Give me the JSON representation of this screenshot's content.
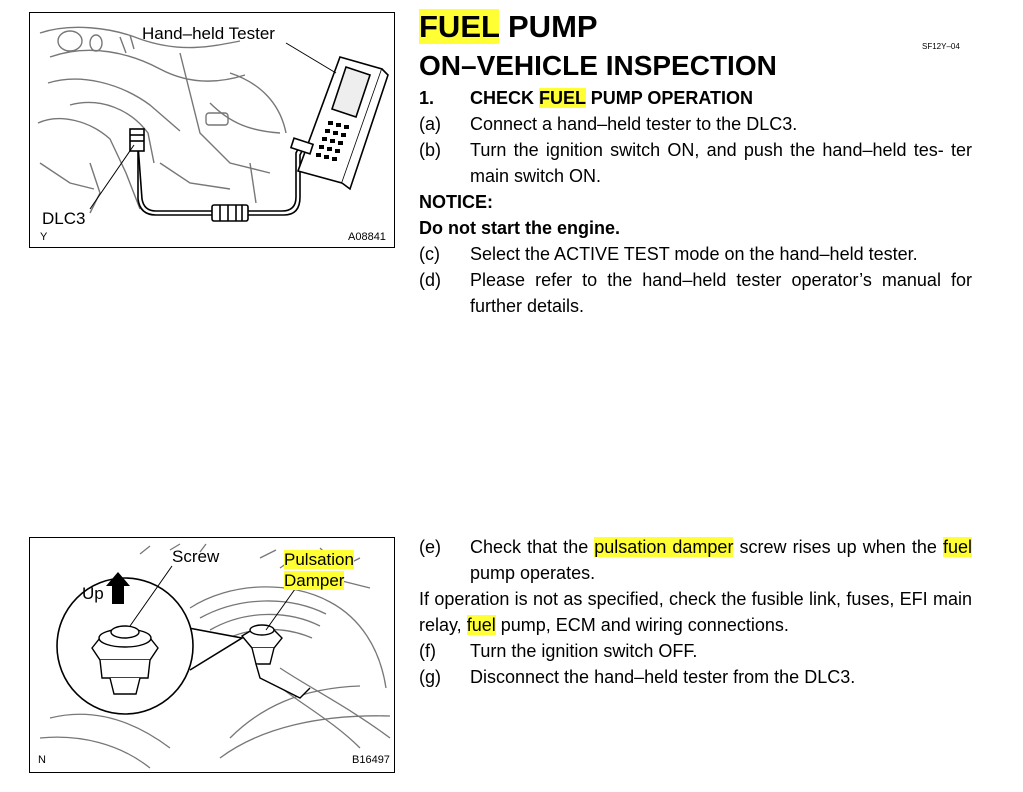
{
  "doc_id": "SF12Y–04",
  "title": {
    "word_highlighted": "FUEL",
    "rest": " PUMP",
    "subtitle": "ON–VEHICLE INSPECTION"
  },
  "figure1": {
    "label_tester": "Hand–held Tester",
    "label_dlc3": "DLC3",
    "corner_letter": "Y",
    "code": "A08841"
  },
  "figure2": {
    "label_screw": "Screw",
    "label_up": "Up",
    "label_damper_line1": "Pulsation",
    "label_damper_line2": "Damper",
    "corner_letter": "N",
    "code": "B16497"
  },
  "step1": {
    "num": "1.",
    "pre": "CHECK ",
    "hl": "FUEL",
    "post": " PUMP OPERATION"
  },
  "item_a": {
    "mark": "(a)",
    "text": "Connect a hand–held tester to the DLC3."
  },
  "item_b": {
    "mark": "(b)",
    "text": "Turn the ignition switch ON, and push the hand–held tes- ter main switch ON."
  },
  "notice": {
    "heading": "NOTICE:",
    "text": "Do not start the engine."
  },
  "item_c": {
    "mark": "(c)",
    "text": "Select the ACTIVE TEST mode on the hand–held tester."
  },
  "item_d": {
    "mark": "(d)",
    "text": "Please refer to the hand–held tester operator’s manual for further details."
  },
  "item_e": {
    "mark": "(e)",
    "t1": "Check that the ",
    "hl1": "pulsation damper",
    "t2": " screw rises up when the ",
    "hl2": "fuel",
    "t3": " pump operates."
  },
  "if_not": {
    "t1": "If operation is not as specified, check the fusible link, fuses, EFI main relay, ",
    "hl": "fuel",
    "t2": " pump, ECM and wiring connections."
  },
  "item_f": {
    "mark": "(f)",
    "text": "Turn the ignition switch OFF."
  },
  "item_g": {
    "mark": "(g)",
    "text": "Disconnect the hand–held tester from the DLC3."
  }
}
